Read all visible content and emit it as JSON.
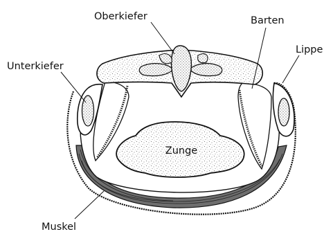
{
  "labels": {
    "oberkiefer": "Oberkiefer",
    "barten": "Barten",
    "lippe": "Lippe",
    "unterkiefer": "Unterkiefer",
    "zunge": "Zunge",
    "muskel": "Muskel"
  },
  "colors": {
    "ink": "#111111",
    "paper": "#ffffff",
    "stipple": "#5a5a5a",
    "muscle_band": "#6e6e6e"
  }
}
